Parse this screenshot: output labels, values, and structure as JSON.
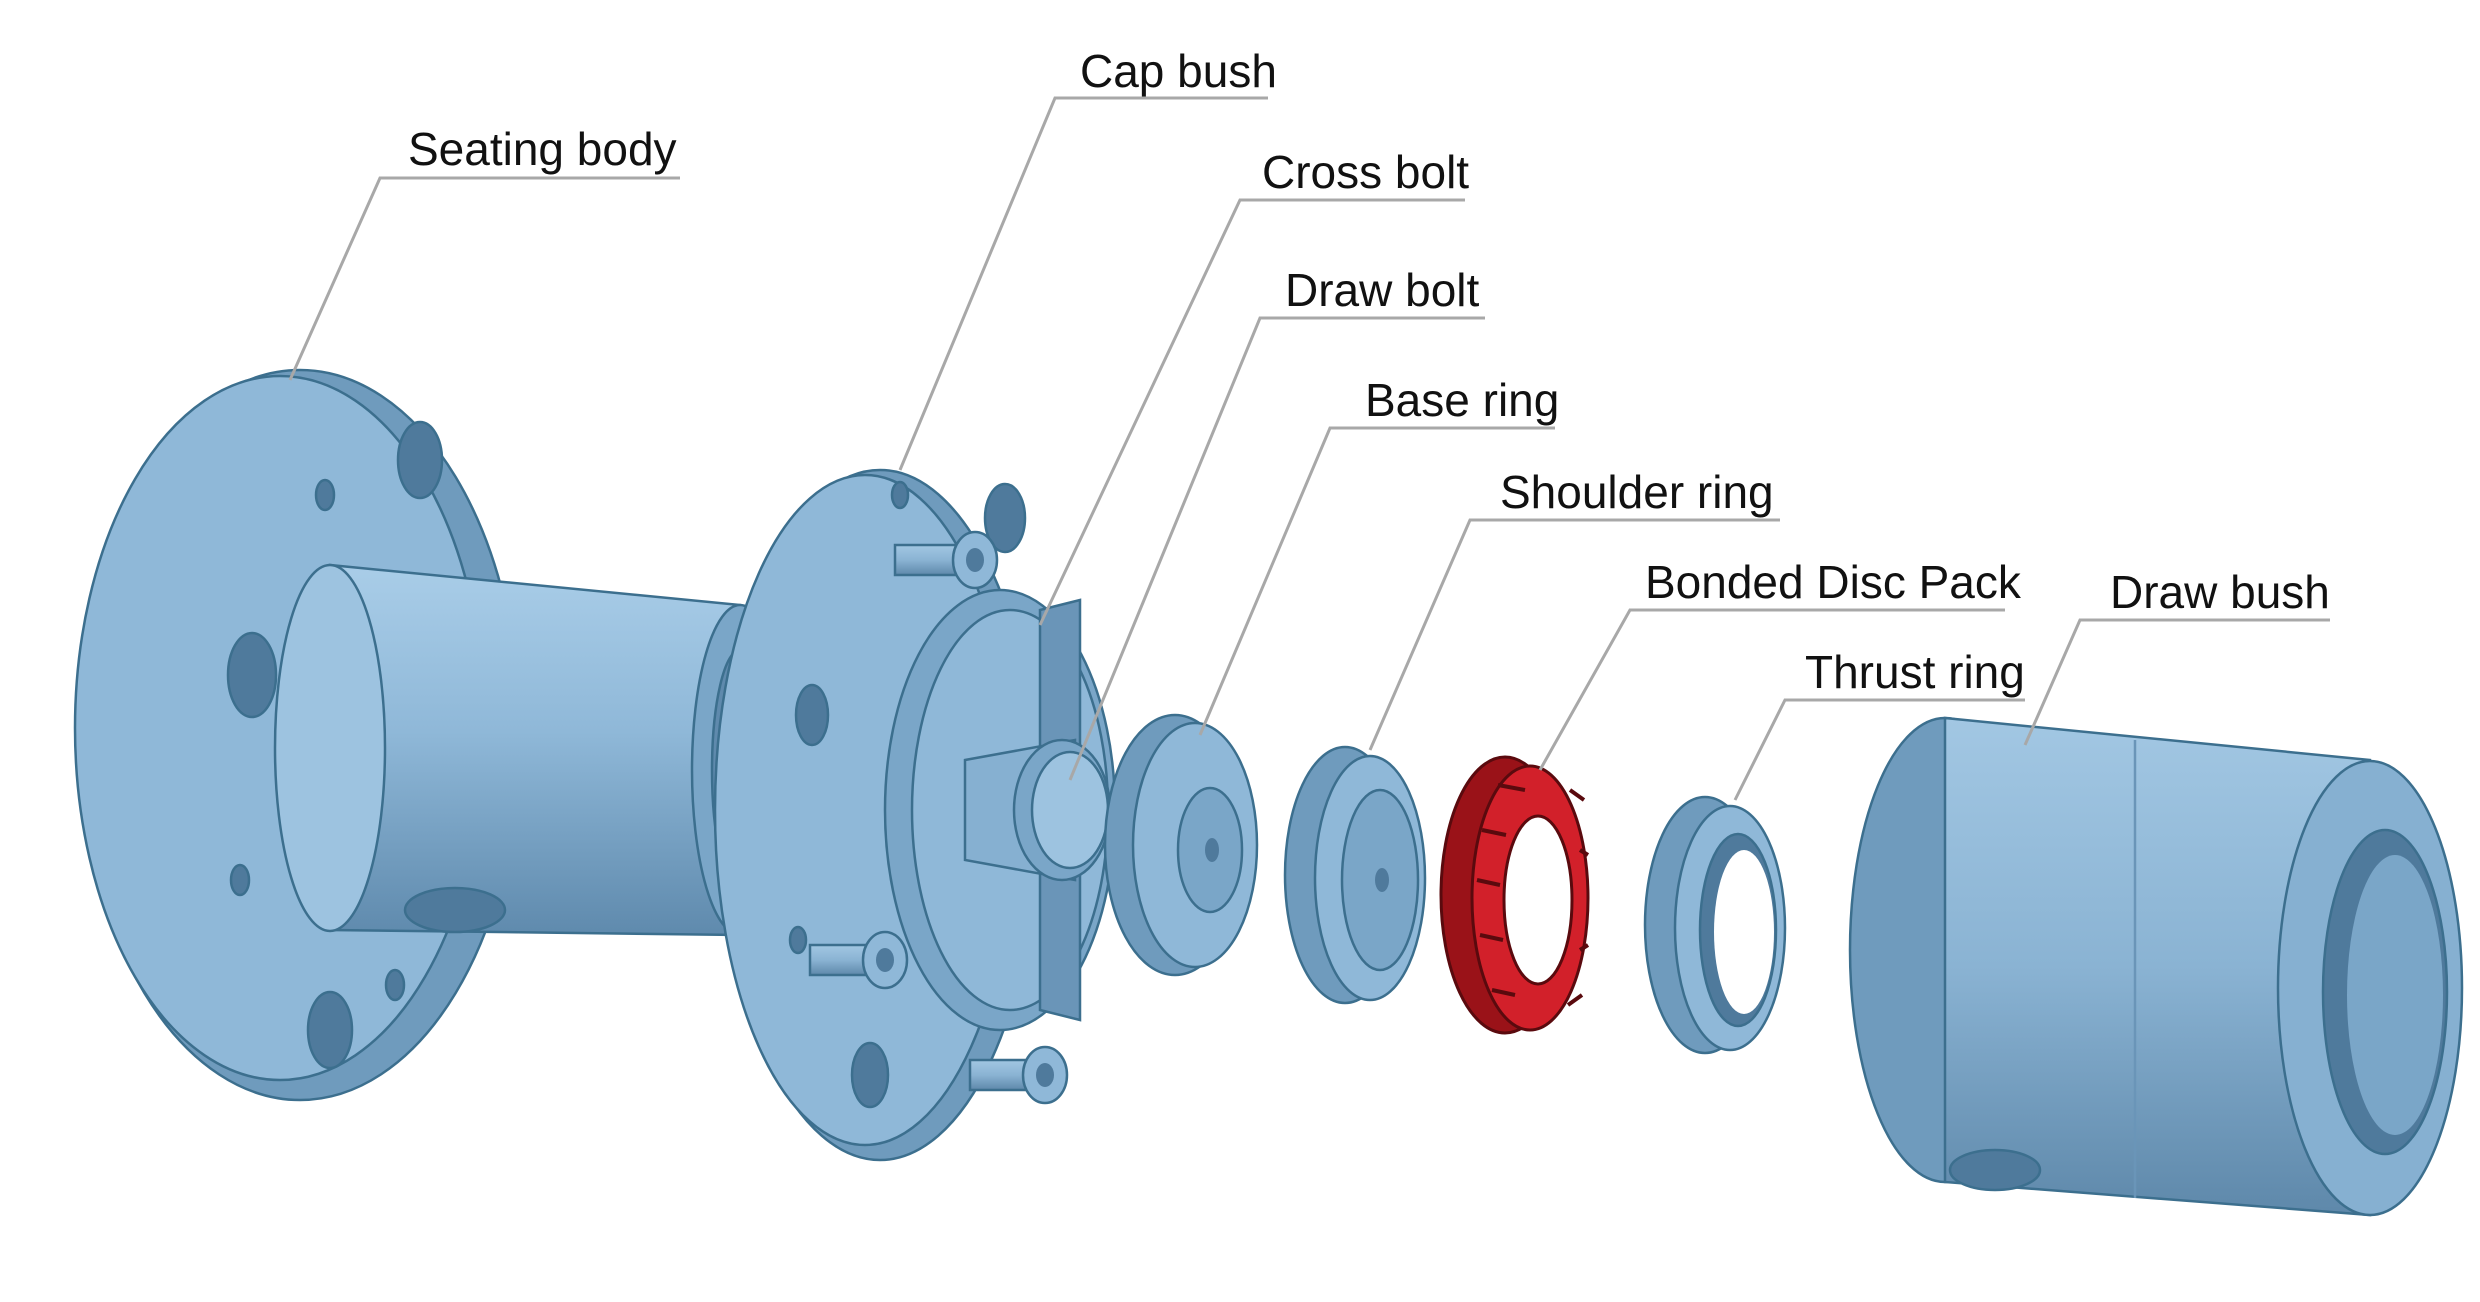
{
  "colors": {
    "part_light": "#9dc3e0",
    "part_mid": "#86b0d1",
    "part_dark": "#6a95b8",
    "part_shadow": "#4f7a9c",
    "disc_red": "#d2202a",
    "disc_dark": "#7a0d12",
    "leader_line": "#a8a8a8",
    "label_text": "#111111"
  },
  "labels": {
    "seating_body": "Seating body",
    "cap_bush": "Cap bush",
    "cross_bolt": "Cross bolt",
    "draw_bolt": "Draw bolt",
    "base_ring": "Base ring",
    "shoulder_ring": "Shoulder ring",
    "bonded_disc_pack": "Bonded Disc Pack",
    "thrust_ring": "Thrust ring",
    "draw_bush": "Draw bush"
  }
}
